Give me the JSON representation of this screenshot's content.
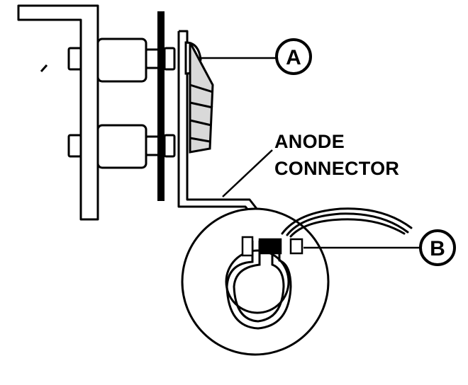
{
  "diagram": {
    "callout_a": "A",
    "callout_b": "B",
    "label_line_1": "ANODE",
    "label_line_2": "CONNECTOR"
  },
  "colors": {
    "ink": "#000000",
    "paper": "#ffffff",
    "shade": "#d9d9d9"
  }
}
